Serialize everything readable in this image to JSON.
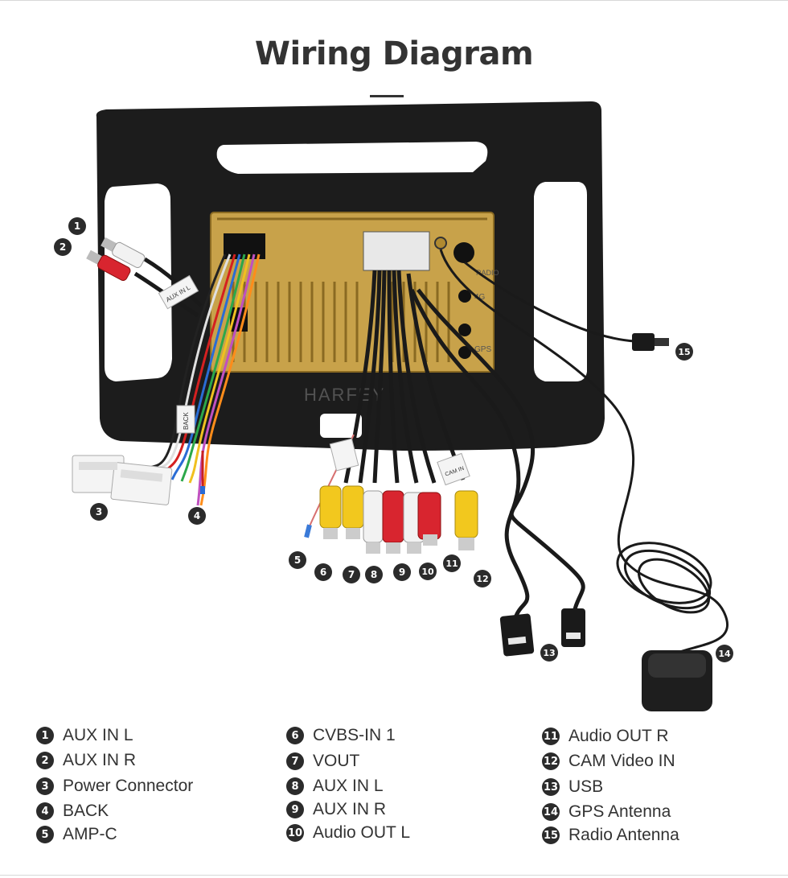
{
  "title": "Wiring Diagram",
  "watermark": "HARFEY",
  "device_labels": {
    "aux_in_l_tag": "AUX IN L",
    "back_tag": "BACK",
    "port_4g": "4G",
    "port_gps": "GPS",
    "port_radio": "RADIO",
    "cam_in_tag": "CAM IN"
  },
  "callout_numbers": [
    "1",
    "2",
    "3",
    "4",
    "5",
    "6",
    "7",
    "8",
    "9",
    "10",
    "11",
    "12",
    "13",
    "14",
    "15"
  ],
  "legend": {
    "col1": [
      {
        "num": "1",
        "label": "AUX IN L"
      },
      {
        "num": "2",
        "label": "AUX IN R"
      },
      {
        "num": "3",
        "label": "Power Connector"
      },
      {
        "num": "4",
        "label": "BACK"
      },
      {
        "num": "5",
        "label": "AMP-C"
      }
    ],
    "col2": [
      {
        "num": "6",
        "label": "CVBS-IN 1"
      },
      {
        "num": "7",
        "label": "VOUT"
      },
      {
        "num": "8",
        "label": "AUX IN L"
      },
      {
        "num": "9",
        "label": "AUX IN R"
      },
      {
        "num": "10",
        "label": "Audio OUT L"
      }
    ],
    "col3": [
      {
        "num": "11",
        "label": "Audio OUT R"
      },
      {
        "num": "12",
        "label": "CAM Video IN"
      },
      {
        "num": "13",
        "label": "USB"
      },
      {
        "num": "14",
        "label": "GPS Antenna"
      },
      {
        "num": "15",
        "label": "Radio Antenna"
      }
    ]
  },
  "colors": {
    "frame": "#1c1c1c",
    "chassis": "#c8a24a",
    "cable": "#1a1a1a",
    "rca_red": "#d8252f",
    "rca_white": "#f2f2f2",
    "rca_yellow": "#f2c81e",
    "callout": "#2b2b2b"
  }
}
